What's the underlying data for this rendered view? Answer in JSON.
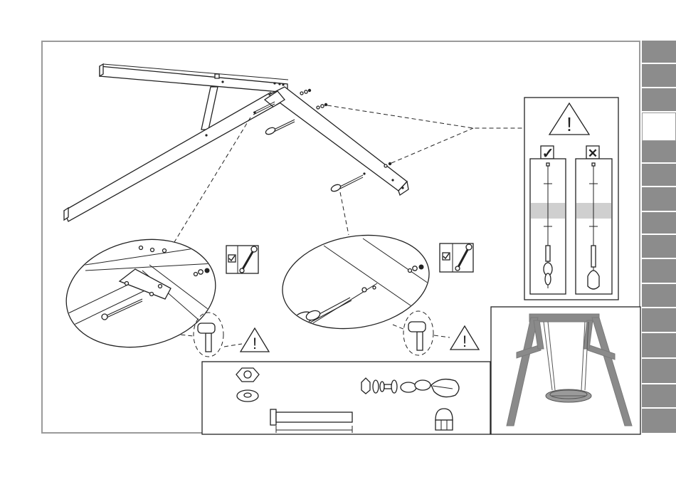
{
  "document": {
    "section_tabs": [
      {
        "state": "inactive"
      },
      {
        "state": "inactive"
      },
      {
        "state": "inactive"
      },
      {
        "state": "active"
      },
      {
        "state": "inactive"
      },
      {
        "state": "inactive"
      },
      {
        "state": "inactive"
      },
      {
        "state": "inactive"
      },
      {
        "state": "inactive"
      },
      {
        "state": "inactive"
      },
      {
        "state": "inactive"
      },
      {
        "state": "inactive"
      },
      {
        "state": "inactive"
      },
      {
        "state": "inactive"
      },
      {
        "state": "inactive"
      },
      {
        "state": "inactive"
      }
    ],
    "warning_symbol": "!",
    "correct_mark": "✓",
    "incorrect_mark": "✕",
    "colors": {
      "tab_gray": "#8c8c8c",
      "frame_gray": "#9a9a9a",
      "line": "#222222",
      "swing_gray": "#7a7a7a"
    },
    "icons": [
      "warning-triangle-icon",
      "checkbox-icon",
      "wrench-icon",
      "hex-nut-icon",
      "washer-icon",
      "bolt-icon",
      "cap-nut-icon",
      "carabiner-icon",
      "eye-bolt-icon",
      "hammer-icon"
    ]
  }
}
